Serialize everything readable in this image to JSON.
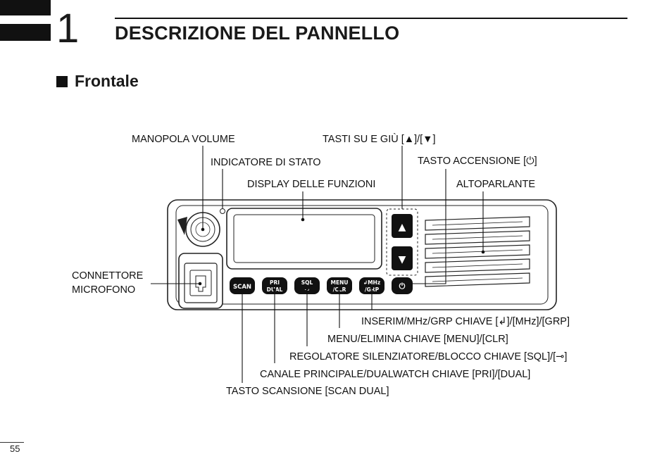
{
  "chapter": {
    "number": "1",
    "title": "DESCRIZIONE DEL PANNELLO"
  },
  "section": {
    "title": "Frontale"
  },
  "labels": {
    "volume_knob": "MANOPOLA VOLUME",
    "status_indicator": "INDICATORE DI STATO",
    "function_display": "DISPLAY DELLE FUNZIONI",
    "up_down_keys": "TASTI SU E GIÙ  [▲]/[▼]",
    "power_key": "TASTO ACCENSIONE [⏻]",
    "speaker": "ALTOPARLANTE",
    "mic_connector_line1": "CONNETTORE",
    "mic_connector_line2": "MICROFONO",
    "enter_mhz_grp": "INSERIM/MHz/GRP CHIAVE [↲]/[MHz]/[GRP]",
    "menu_clr": "MENU/ELIMINA CHIAVE [MENU]/[CLR]",
    "sql_lock": "REGOLATORE SILENZIATORE/BLOCCO CHIAVE [SQL]/[⊸]",
    "pri_dual": "CANALE PRINCIPALE/DUALWATCH CHIAVE [PRI]/[DUAL]",
    "scan_dual": "TASTO SCANSIONE [SCAN DUAL]"
  },
  "radio_keys": {
    "scan": "SCAN",
    "pri_top": "PRI",
    "pri_bottom": "DUAL",
    "sql_top": "SQL",
    "sql_bottom": "⊸",
    "menu_top": "MENU",
    "menu_bottom": "/CLR",
    "mhz_top": "↲MHz",
    "mhz_bottom": "/GRP",
    "power_symbol": "⏻",
    "up_symbol": "▲",
    "down_symbol": "▼"
  },
  "page_number": "55"
}
